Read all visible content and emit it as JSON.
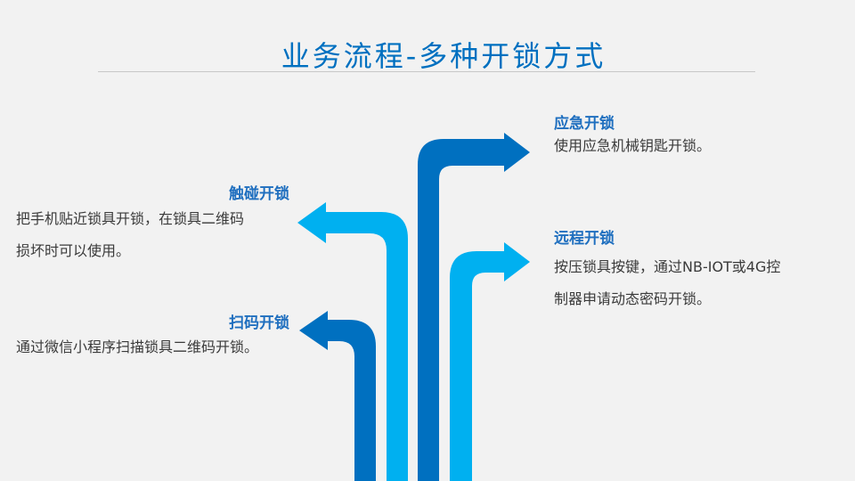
{
  "title": "业务流程-多种开锁方式",
  "colors": {
    "dark_blue": "#0070c0",
    "light_blue": "#00b0f0",
    "heading": "#1f6fbf"
  },
  "methods": [
    {
      "heading": "触碰开锁",
      "lines": [
        "把手机贴近锁具开锁，在锁具二维码",
        "损坏时可以使用。"
      ]
    },
    {
      "heading": "扫码开锁",
      "lines": [
        "通过微信小程序扫描锁具二维码开锁。"
      ]
    },
    {
      "heading": "应急开锁",
      "lines": [
        "使用应急机械钥匙开锁。"
      ]
    },
    {
      "heading": "远程开锁",
      "lines": [
        "按压锁具按键，通过NB-IOT或4G控",
        "制器申请动态密码开锁。"
      ]
    }
  ]
}
